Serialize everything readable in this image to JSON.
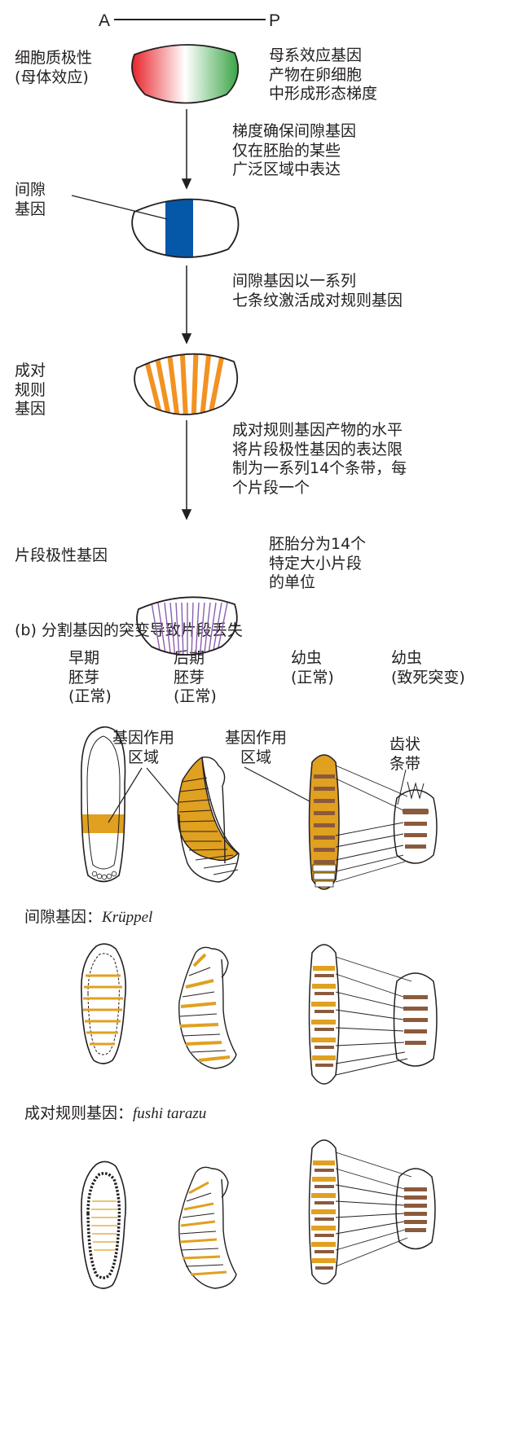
{
  "axis": {
    "anterior": "A",
    "posterior": "P"
  },
  "panel_a": {
    "stages": [
      {
        "label": "细胞质极性\n(母体效应)",
        "description": "母系效应基因\n产物在卵细胞\n中形成形态梯度"
      },
      {
        "label": "间隙\n基因",
        "transition": "梯度确保间隙基因\n仅在胚胎的某些\n广泛区域中表达"
      },
      {
        "label": "成对\n规则\n基因",
        "transition": "间隙基因以一系列\n七条纹激活成对规则基因"
      },
      {
        "label": "片段极性基因",
        "transition": "成对规则基因产物的水平\n将片段极性基因的表达限\n制为一系列14个条带，每\n个片段一个",
        "description": "胚胎分为14个\n特定大小片段\n的单位"
      }
    ]
  },
  "panel_b": {
    "title": "(b) 分割基因的突变导致片段丢失",
    "columns": [
      "早期\n胚芽\n(正常)",
      "后期\n胚芽\n(正常)",
      "幼虫\n(正常)",
      "幼虫\n(致死突变)"
    ],
    "annotations": {
      "action_region_1": "基因作用\n区域",
      "action_region_2": "基因作用\n区域",
      "denticle": "齿状\n条带"
    },
    "rows": [
      {
        "prefix": "间隙基因：",
        "gene": "Krüppel"
      },
      {
        "prefix": "成对规则基因：",
        "gene": "fushi tarazu"
      }
    ]
  },
  "colors": {
    "maternal_left": "#e8232a",
    "maternal_right": "#3aa546",
    "gap_band": "#0557a8",
    "pair_rule_stripe": "#f29222",
    "segment_polarity_line": "#8a5eb0",
    "gene_region": "#e0a020",
    "denticle": "#8b5a3c"
  }
}
